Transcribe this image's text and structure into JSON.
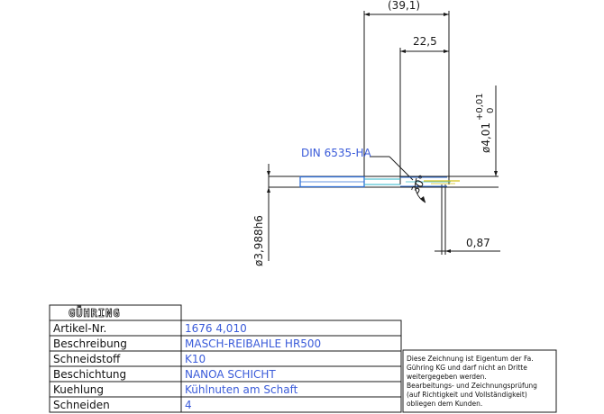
{
  "drawing": {
    "callout_label": "DIN 6535-HA",
    "dimensions": {
      "overall_length": "(39,1)",
      "flute_length": "22,5",
      "diameter_tol_main": "ø4,01",
      "diameter_tol_upper": "+0,01",
      "diameter_tol_lower": "0",
      "shank_diameter": "ø3,988h6",
      "edge_offset": "0,87",
      "angle": "30°"
    },
    "colors": {
      "callout": "#3a5bd9",
      "tool_body": "#2f6fd6",
      "cutting_edge": "#d4c21a",
      "accent": "#2bb6c8"
    }
  },
  "title_block": {
    "logo_text": "GÜHRING",
    "rows": [
      {
        "label": "Artikel-Nr.",
        "value": "1676 4,010"
      },
      {
        "label": "Beschreibung",
        "value": "MASCH-REIBAHLE HR500"
      },
      {
        "label": "Schneidstoff",
        "value": "K10"
      },
      {
        "label": "Beschichtung",
        "value": "NANOA SCHICHT"
      },
      {
        "label": "Kuehlung",
        "value": "Kühlnuten am Schaft"
      },
      {
        "label": "Schneiden",
        "value": "4"
      }
    ]
  },
  "notice": {
    "lines": [
      "Diese Zeichnung ist Eigentum der Fa.",
      "Gühring KG und darf nicht an Dritte",
      "weitergegeben werden.",
      "Bearbeitungs- und Zeichnungsprüfung",
      "(auf Richtigkeit und Vollständigkeit)",
      "obliegen dem Kunden."
    ]
  }
}
